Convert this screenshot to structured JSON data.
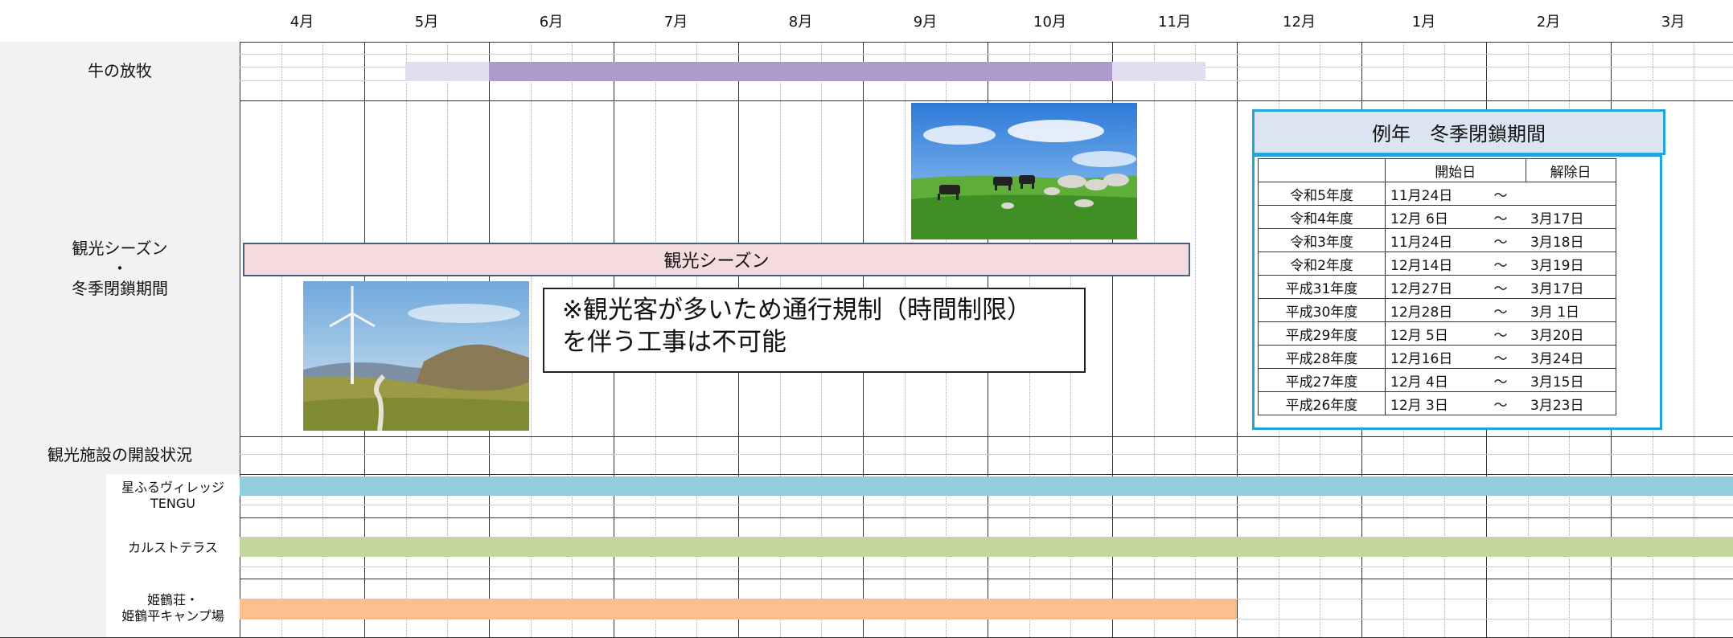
{
  "header": {
    "months": [
      "4月",
      "5月",
      "6月",
      "7月",
      "8月",
      "9月",
      "10月",
      "11月",
      "12月",
      "1月",
      "2月",
      "3月"
    ]
  },
  "rows": {
    "grazing_label": "牛の放牧",
    "season_label": "観光シーズン\n・\n冬季閉鎖期間",
    "facility_section_label": "観光施設の開設状況",
    "facility_1": "星ふるヴィレッジ\nTENGU",
    "facility_2": "カルストテラス",
    "facility_3": "姫鶴荘・\n姫鶴平キャンプ場"
  },
  "season_bar_label": "観光シーズン",
  "note": {
    "line1": "※観光客が多いため通行規制（時間制限）",
    "line2": "を伴う工事は不可能"
  },
  "closure": {
    "title": "例年　冬季閉鎖期間",
    "col_start": "開始日",
    "col_end": "解除日",
    "rows": [
      {
        "year": "令和5年度",
        "start": "11月24日",
        "tilde": "～",
        "end": ""
      },
      {
        "year": "令和4年度",
        "start": "12月 6日",
        "tilde": "～",
        "end": "3月17日"
      },
      {
        "year": "令和3年度",
        "start": "11月24日",
        "tilde": "～",
        "end": "3月18日"
      },
      {
        "year": "令和2年度",
        "start": "12月14日",
        "tilde": "～",
        "end": "3月19日"
      },
      {
        "year": "平成31年度",
        "start": "12月27日",
        "tilde": "～",
        "end": "3月17日"
      },
      {
        "year": "平成30年度",
        "start": "12月28日",
        "tilde": "～",
        "end": "3月 1日"
      },
      {
        "year": "平成29年度",
        "start": "12月 5日",
        "tilde": "～",
        "end": "3月20日"
      },
      {
        "year": "平成28年度",
        "start": "12月16日",
        "tilde": "～",
        "end": "3月24日"
      },
      {
        "year": "平成27年度",
        "start": "12月 4日",
        "tilde": "～",
        "end": "3月15日"
      },
      {
        "year": "平成26年度",
        "start": "12月 3日",
        "tilde": "～",
        "end": "3月23日"
      }
    ]
  },
  "colors": {
    "grazing_main": "#ae9acb",
    "grazing_light": "#e2def0",
    "facility_1": "#92cddc",
    "facility_2": "#c3d69b",
    "facility_3": "#fabf8f",
    "accent": "#21a5d9"
  },
  "periods": {
    "grazing_light": [
      {
        "start": 1.33,
        "end": 2.0
      },
      {
        "start": 7.0,
        "end": 7.75
      }
    ],
    "grazing_main": [
      {
        "start": 2.0,
        "end": 7.0
      }
    ],
    "facility_1": [
      {
        "start": 0,
        "end": 12
      }
    ],
    "facility_2": [
      {
        "start": 0,
        "end": 12
      }
    ],
    "facility_3": [
      {
        "start": 0,
        "end": 8.0
      }
    ]
  }
}
